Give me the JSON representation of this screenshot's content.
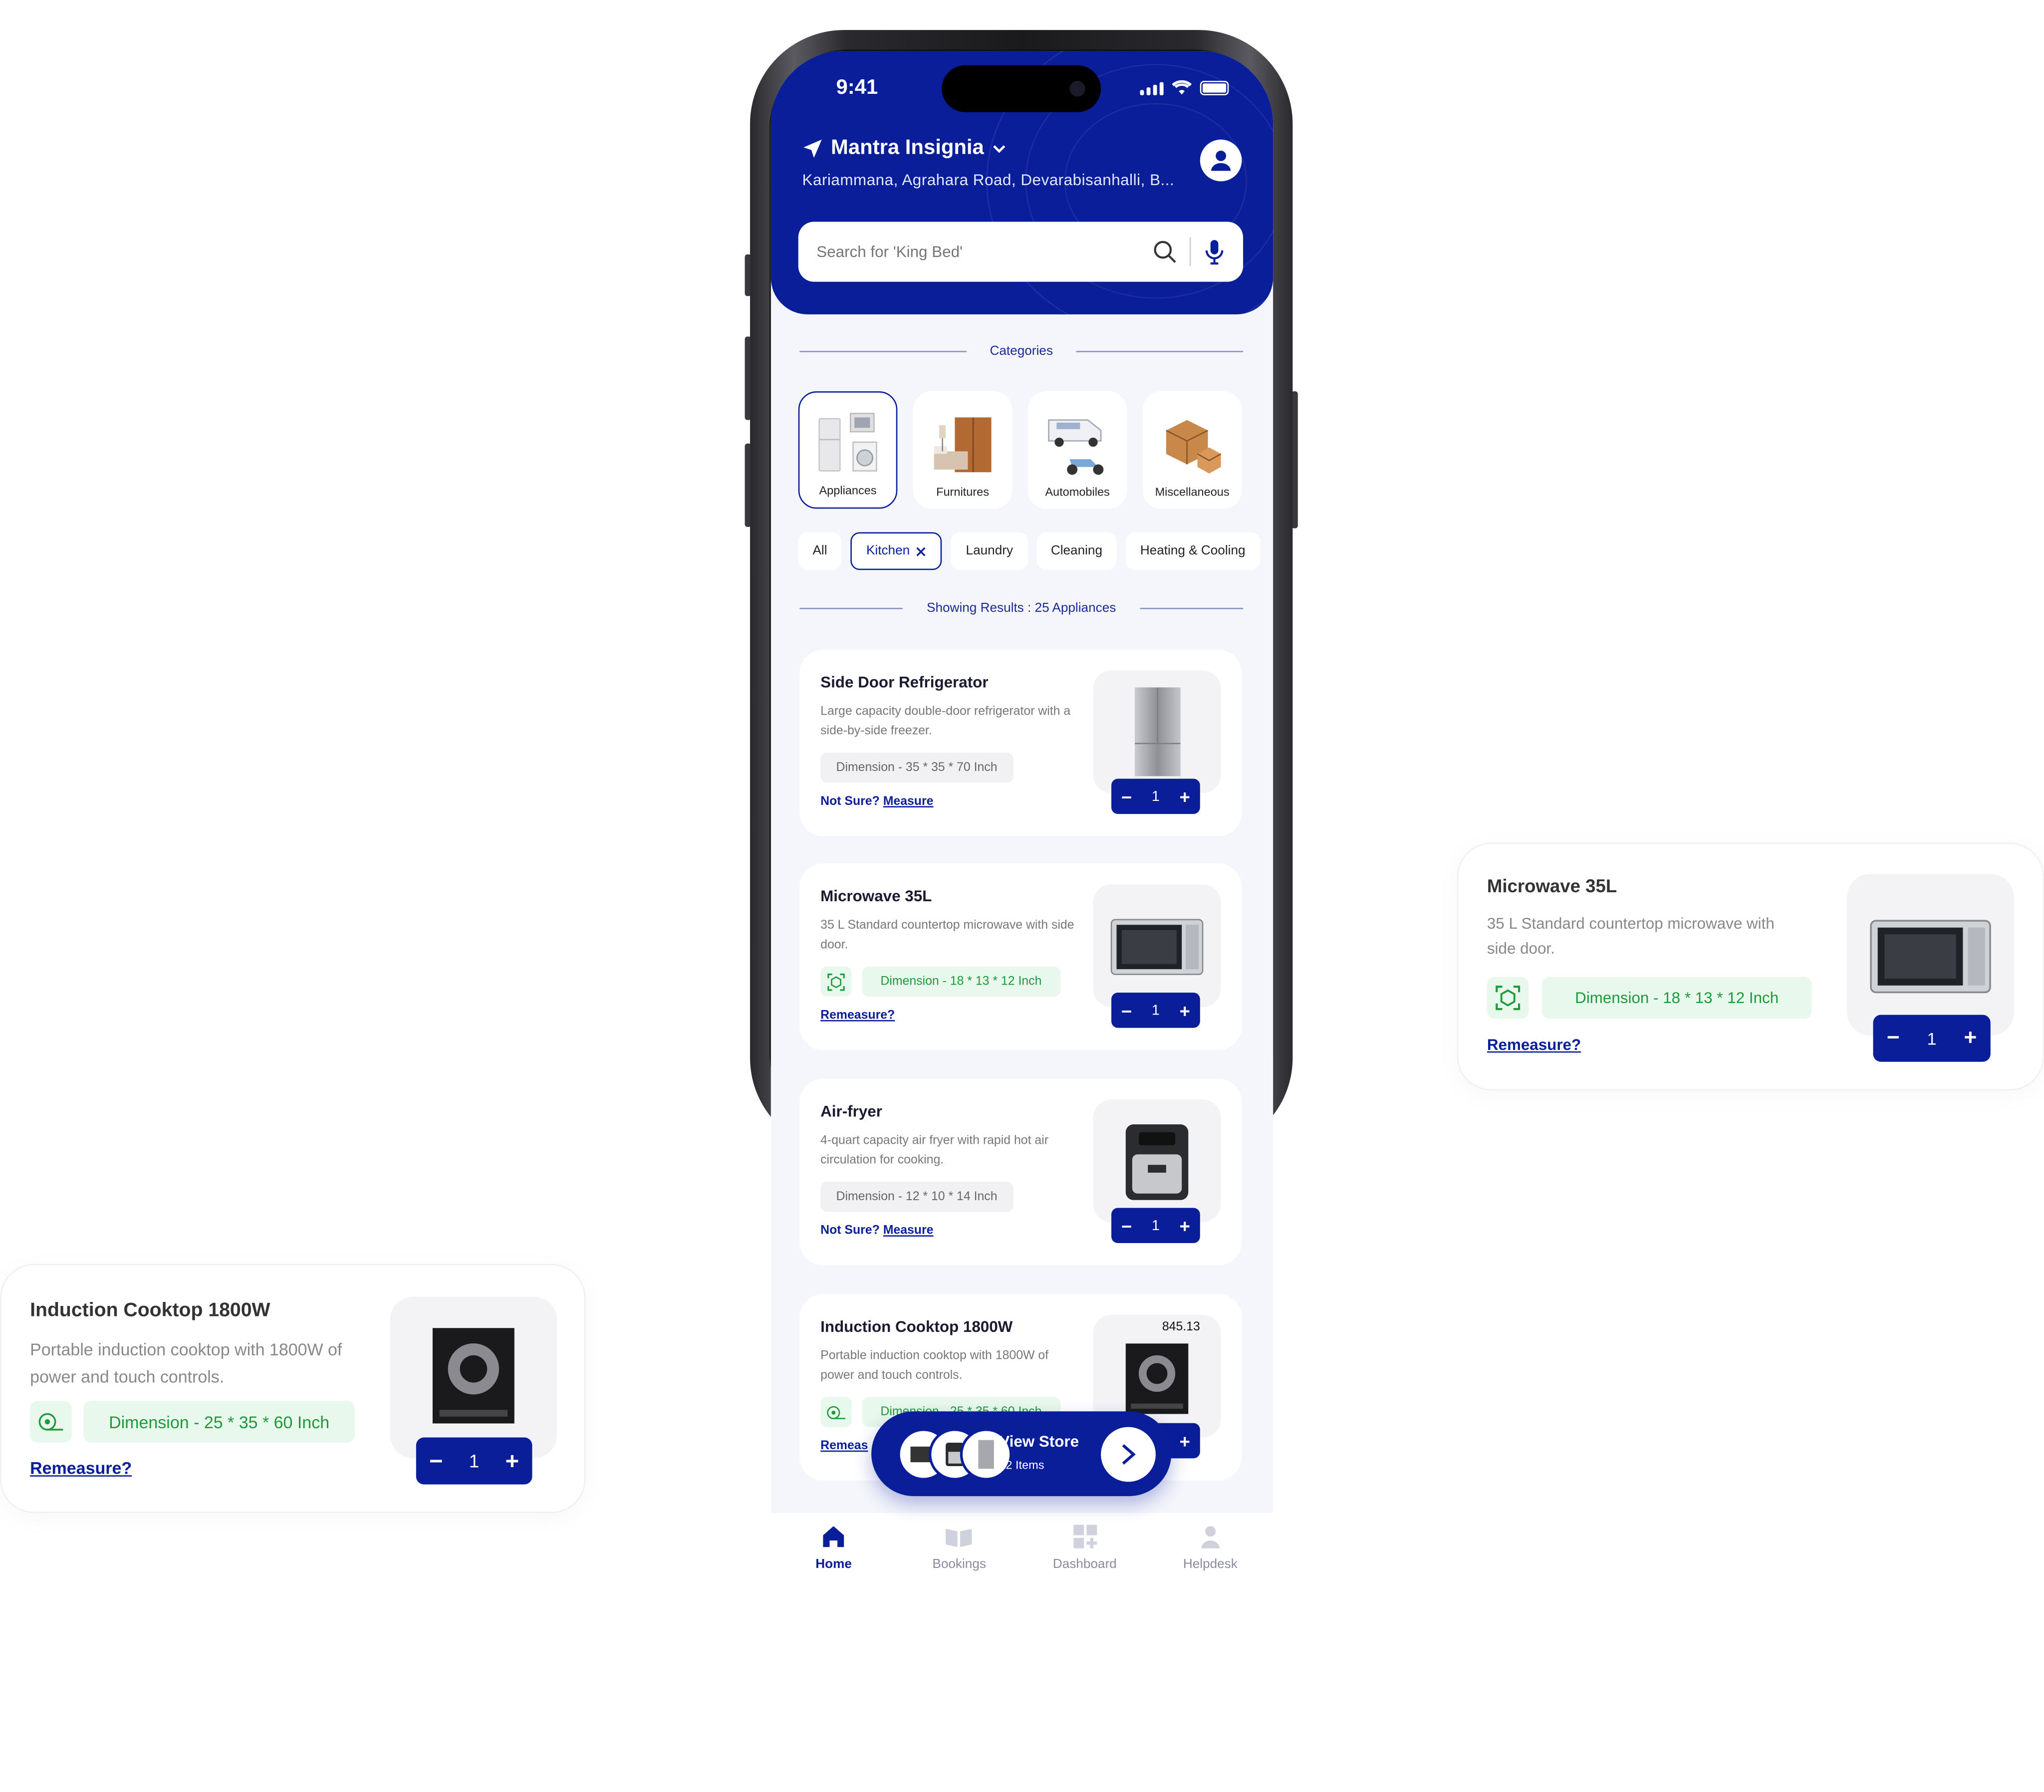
{
  "status_bar": {
    "time": "9:41"
  },
  "header": {
    "location_title": "Mantra Insignia",
    "location_address": "Kariammana, Agrahara Road, Devarabisanhalli, B...",
    "search_placeholder": "Search for 'King Bed'"
  },
  "categories": {
    "heading": "Categories",
    "items": [
      {
        "label": "Appliances",
        "active": true
      },
      {
        "label": "Furnitures",
        "active": false
      },
      {
        "label": "Automobiles",
        "active": false
      },
      {
        "label": "Miscellaneous",
        "active": false
      }
    ]
  },
  "filters": {
    "chips": [
      {
        "label": "All"
      },
      {
        "label": "Kitchen",
        "active": true
      },
      {
        "label": "Laundry"
      },
      {
        "label": "Cleaning"
      },
      {
        "label": "Heating & Cooling"
      }
    ]
  },
  "results": {
    "heading": "Showing Results : 25 Appliances"
  },
  "products": [
    {
      "title": "Side Door Refrigerator",
      "desc": "Large capacity double-door refrigerator with a side-by-side freezer.",
      "dimension": "Dimension - 35 * 35 * 70 Inch",
      "measured": false,
      "link_prefix": "Not Sure?",
      "link": "Measure",
      "qty": "1"
    },
    {
      "title": "Microwave 35L",
      "desc": "35 L Standard countertop microwave with side door.",
      "dimension": "Dimension - 18 * 13 * 12 Inch",
      "measured": true,
      "link_prefix": "",
      "link": "Remeasure?",
      "qty": "1"
    },
    {
      "title": "Air-fryer",
      "desc": "4-quart capacity air fryer with rapid hot air circulation for cooking.",
      "dimension": "Dimension - 12 * 10 * 14 Inch",
      "measured": false,
      "link_prefix": "Not Sure?",
      "link": "Measure",
      "qty": "1"
    },
    {
      "title": "Induction Cooktop 1800W",
      "desc": "Portable induction cooktop with 1800W of power and touch controls.",
      "dimension": "Dimension - 25 * 35 * 60 Inch",
      "measured": true,
      "link_prefix": "",
      "link": "Remeas",
      "qty": "1",
      "price": "845.13"
    }
  ],
  "view_store": {
    "label": "View Store",
    "count": "12 Items"
  },
  "bottom_nav": [
    {
      "label": "Home",
      "active": true
    },
    {
      "label": "Bookings"
    },
    {
      "label": "Dashboard"
    },
    {
      "label": "Helpdesk"
    }
  ],
  "float_microwave": {
    "title": "Microwave 35L",
    "desc": "35 L Standard countertop microwave with side door.",
    "dimension": "Dimension - 18 * 13 * 12 Inch",
    "link": "Remeasure?",
    "qty": "1"
  },
  "float_induction": {
    "title": "Induction Cooktop 1800W",
    "desc": "Portable induction cooktop with 1800W of power and touch controls.",
    "dimension": "Dimension - 25 * 35 * 60 Inch",
    "link": "Remeasure?",
    "qty": "1"
  },
  "colors": {
    "brand": "#0a1e9a",
    "success": "#1d9a3a",
    "success_bg": "#e8f8ec"
  }
}
